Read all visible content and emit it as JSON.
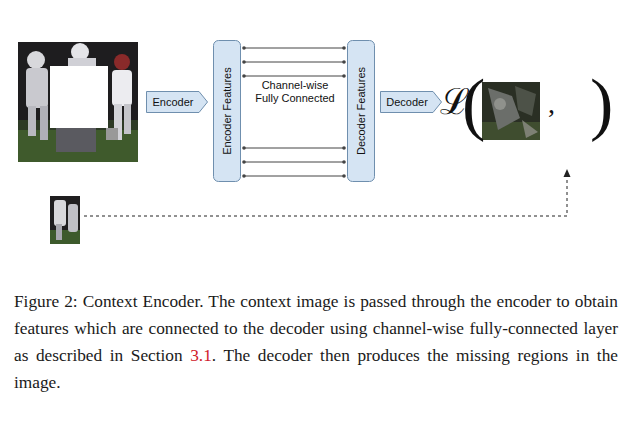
{
  "diagram": {
    "caption": "Figure 2: Context Encoder. The context image is passed through the encoder to obtain features which are connected to the decoder using channel-wise fully-connected layer as described in Section 3.1. The decoder then produces the missing regions in the image.",
    "nodes": [
      {
        "text": [
          "Encoder"
        ]
      },
      {
        "text": [
          "Encoder Features"
        ]
      },
      {
        "text": [
          "Decoder Features"
        ]
      },
      {
        "text": [
          "Decoder"
        ]
      }
    ],
    "edges": [
      {
        "from": 1,
        "to": 2,
        "arrow": "none"
      },
      {
        "from": 1,
        "to": 2,
        "arrow": "none"
      },
      {
        "from": 1,
        "to": 2,
        "arrow": "none"
      },
      {
        "from": 1,
        "to": 2,
        "arrow": "none"
      },
      {
        "from": 1,
        "to": 2,
        "arrow": "none"
      },
      {
        "from": 1,
        "to": 2,
        "arrow": "none"
      }
    ],
    "labels": [
      "Channel-wise Fully Connected",
      "ℒ",
      "(",
      ",",
      ")"
    ]
  }
}
